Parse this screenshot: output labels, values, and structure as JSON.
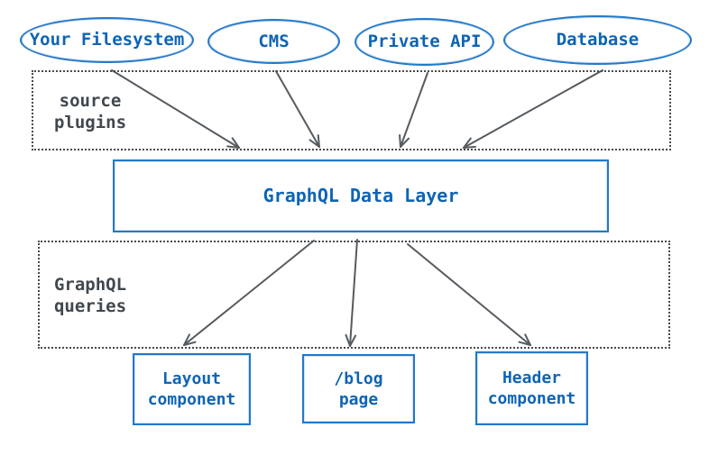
{
  "diagram": {
    "sources": [
      {
        "id": "your-filesystem",
        "label": "Your Filesystem"
      },
      {
        "id": "cms",
        "label": "CMS"
      },
      {
        "id": "private-api",
        "label": "Private API"
      },
      {
        "id": "database",
        "label": "Database"
      }
    ],
    "bands": {
      "source_plugins": {
        "label": "source\nplugins"
      },
      "graphql_queries": {
        "label": "GraphQL\nqueries"
      }
    },
    "data_layer": {
      "label": "GraphQL Data Layer"
    },
    "consumers": [
      {
        "id": "layout-component",
        "label": "Layout\ncomponent"
      },
      {
        "id": "blog-page",
        "label": "/blog\npage"
      },
      {
        "id": "header-component",
        "label": "Header\ncomponent"
      }
    ],
    "colors": {
      "node_stroke": "#2478c8",
      "node_text": "#0e64b4",
      "band_text": "#40484e",
      "band_border": "#46494d",
      "arrow": "#565b60",
      "background": "#ffffff"
    }
  }
}
